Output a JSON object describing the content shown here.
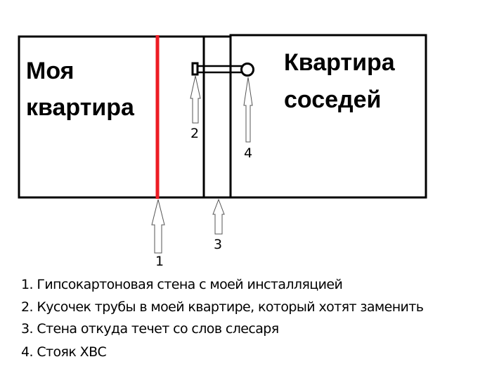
{
  "diagram": {
    "left_room": [
      "Моя",
      "квартира"
    ],
    "right_room": [
      "Квартира",
      "соседей"
    ],
    "markers": [
      "1",
      "2",
      "3",
      "4"
    ],
    "colors": {
      "drywall": "#ed1c24",
      "line": "#000000"
    }
  },
  "legend": [
    "1. Гипсокартоновая стена с моей инсталляцией",
    "2. Кусочек трубы в моей квартире, который хотят заменить",
    "3. Стена откуда течет со слов слесаря",
    "4. Стояк ХВС"
  ]
}
